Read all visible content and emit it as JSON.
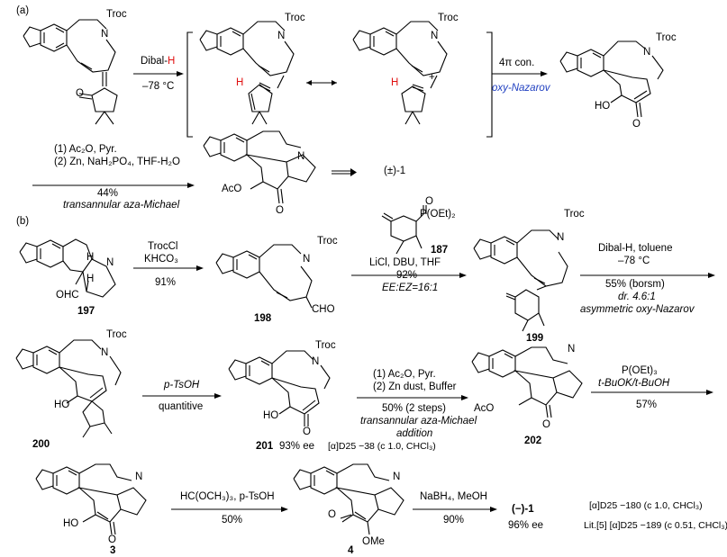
{
  "part_a": {
    "label": "(a)",
    "step1": {
      "reagent": "Dibal-",
      "reagent_h": "H",
      "condition": "–78 °C"
    },
    "step2": {
      "reagent": "4π con.",
      "name": "oxy-Nazarov"
    },
    "step3": {
      "line1": "(1) Ac₂O, Pyr.",
      "line2": "(2) Zn, NaH₂PO₄, THF-H₂O",
      "yield": "44%",
      "name": "transannular aza-Michael"
    },
    "product": "(±)-1",
    "labels": {
      "troc": "Troc",
      "N": "N",
      "H": "H",
      "O": "O",
      "HO": "HO",
      "AcO": "AcO",
      "plus": "+"
    }
  },
  "part_b": {
    "label": "(b)",
    "compounds": {
      "c197": "197",
      "c198": "198",
      "c187": "187",
      "c199": "199",
      "c200": "200",
      "c201": "201",
      "c202": "202",
      "c3": "3",
      "c4": "4"
    },
    "atom_labels": {
      "ohc": "OHC",
      "cho": "CHO",
      "peto": "P(OEt)₂",
      "ome": "OMe",
      "ho": "HO"
    },
    "step1": {
      "line1": "TrocCl",
      "line2": "KHCO₃",
      "yield": "91%"
    },
    "step2": {
      "line1": "LiCl, DBU, THF",
      "yield": "92%",
      "ratio": "EE:EZ=16:1"
    },
    "step3": {
      "line1": "Dibal-H, toluene",
      "line2": "–78 °C",
      "yield": "55% (borsm)",
      "dr": "dr. 4.6:1",
      "name": "asymmetric oxy-Nazarov"
    },
    "step4": {
      "line1": "p-TsOH",
      "line2": "quantitive"
    },
    "ee_201": "93% ee",
    "rot_201": "[α]D25 −38 (c 1.0, CHCl₃)",
    "step5": {
      "line1": "(1) Ac₂O, Pyr.",
      "line2": "(2) Zn dust, Buffer",
      "yield": "50% (2 steps)",
      "name1": "transannular aza-Michael",
      "name2": "addition"
    },
    "step6": {
      "line1": "P(OEt)₃",
      "line2": "t-BuOK/t-BuOH",
      "yield": "57%"
    },
    "step7": {
      "line1": "HC(OCH₃)₃, p-TsOH",
      "yield": "50%"
    },
    "step8": {
      "line1": "NaBH₄, MeOH",
      "yield": "90%"
    },
    "final": {
      "product": "(−)-1",
      "ee": "96% ee",
      "rot": "[α]D25 −180 (c 1.0, CHCl₃)",
      "lit": "Lit.[5] [α]D25 −189 (c 0.51, CHCl₃)"
    }
  }
}
